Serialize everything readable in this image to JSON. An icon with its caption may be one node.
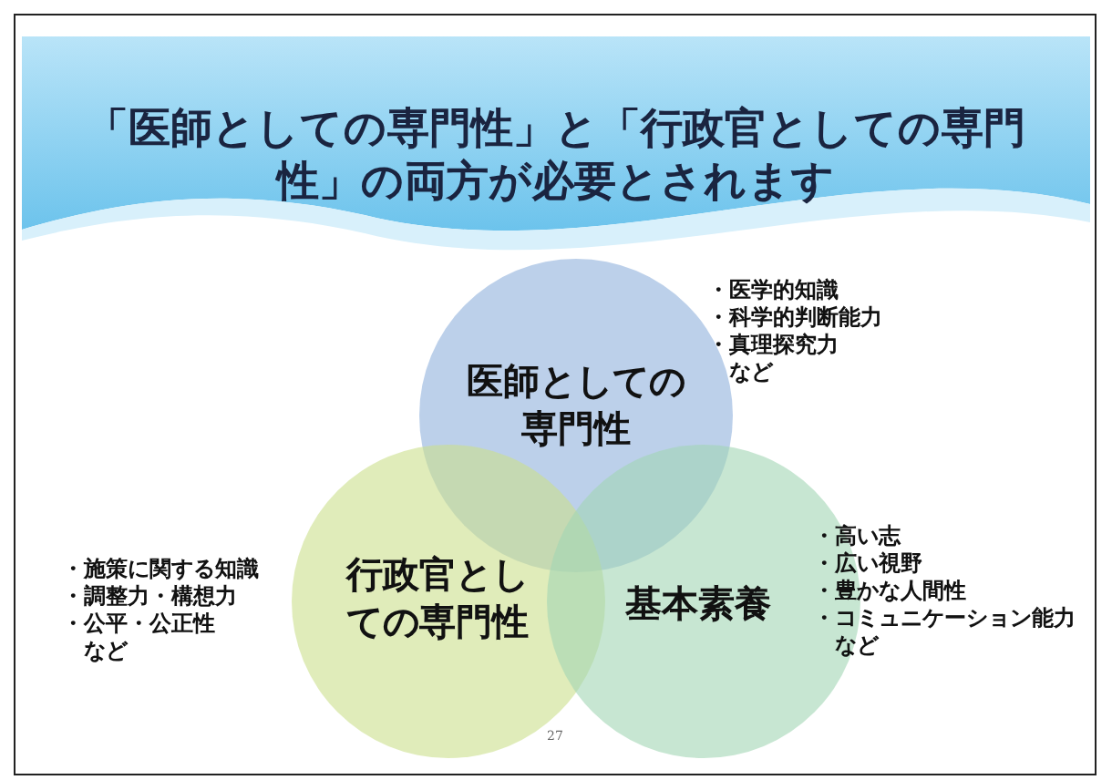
{
  "diagram": {
    "title": "「医師としての専門性」と「行政官としての専門性」の両方が必要とされます",
    "nodes": [
      {
        "text": [
          "医師としての専門性"
        ],
        "beside": [
          "・医学的知識",
          "・科学的判断能力",
          "・真理探究力",
          "など"
        ]
      },
      {
        "text": [
          "行政官としての専門性"
        ],
        "beside": [
          "・施策に関する知識",
          "・調整力・構想力",
          "・公平・公正性",
          "など"
        ]
      },
      {
        "text": [
          "基本素養"
        ],
        "beside": [
          "・高い志",
          "・広い視野",
          "・豊かな人間性",
          "・コミュニケーション能力",
          "など"
        ]
      }
    ],
    "labels": [
      "27"
    ]
  }
}
